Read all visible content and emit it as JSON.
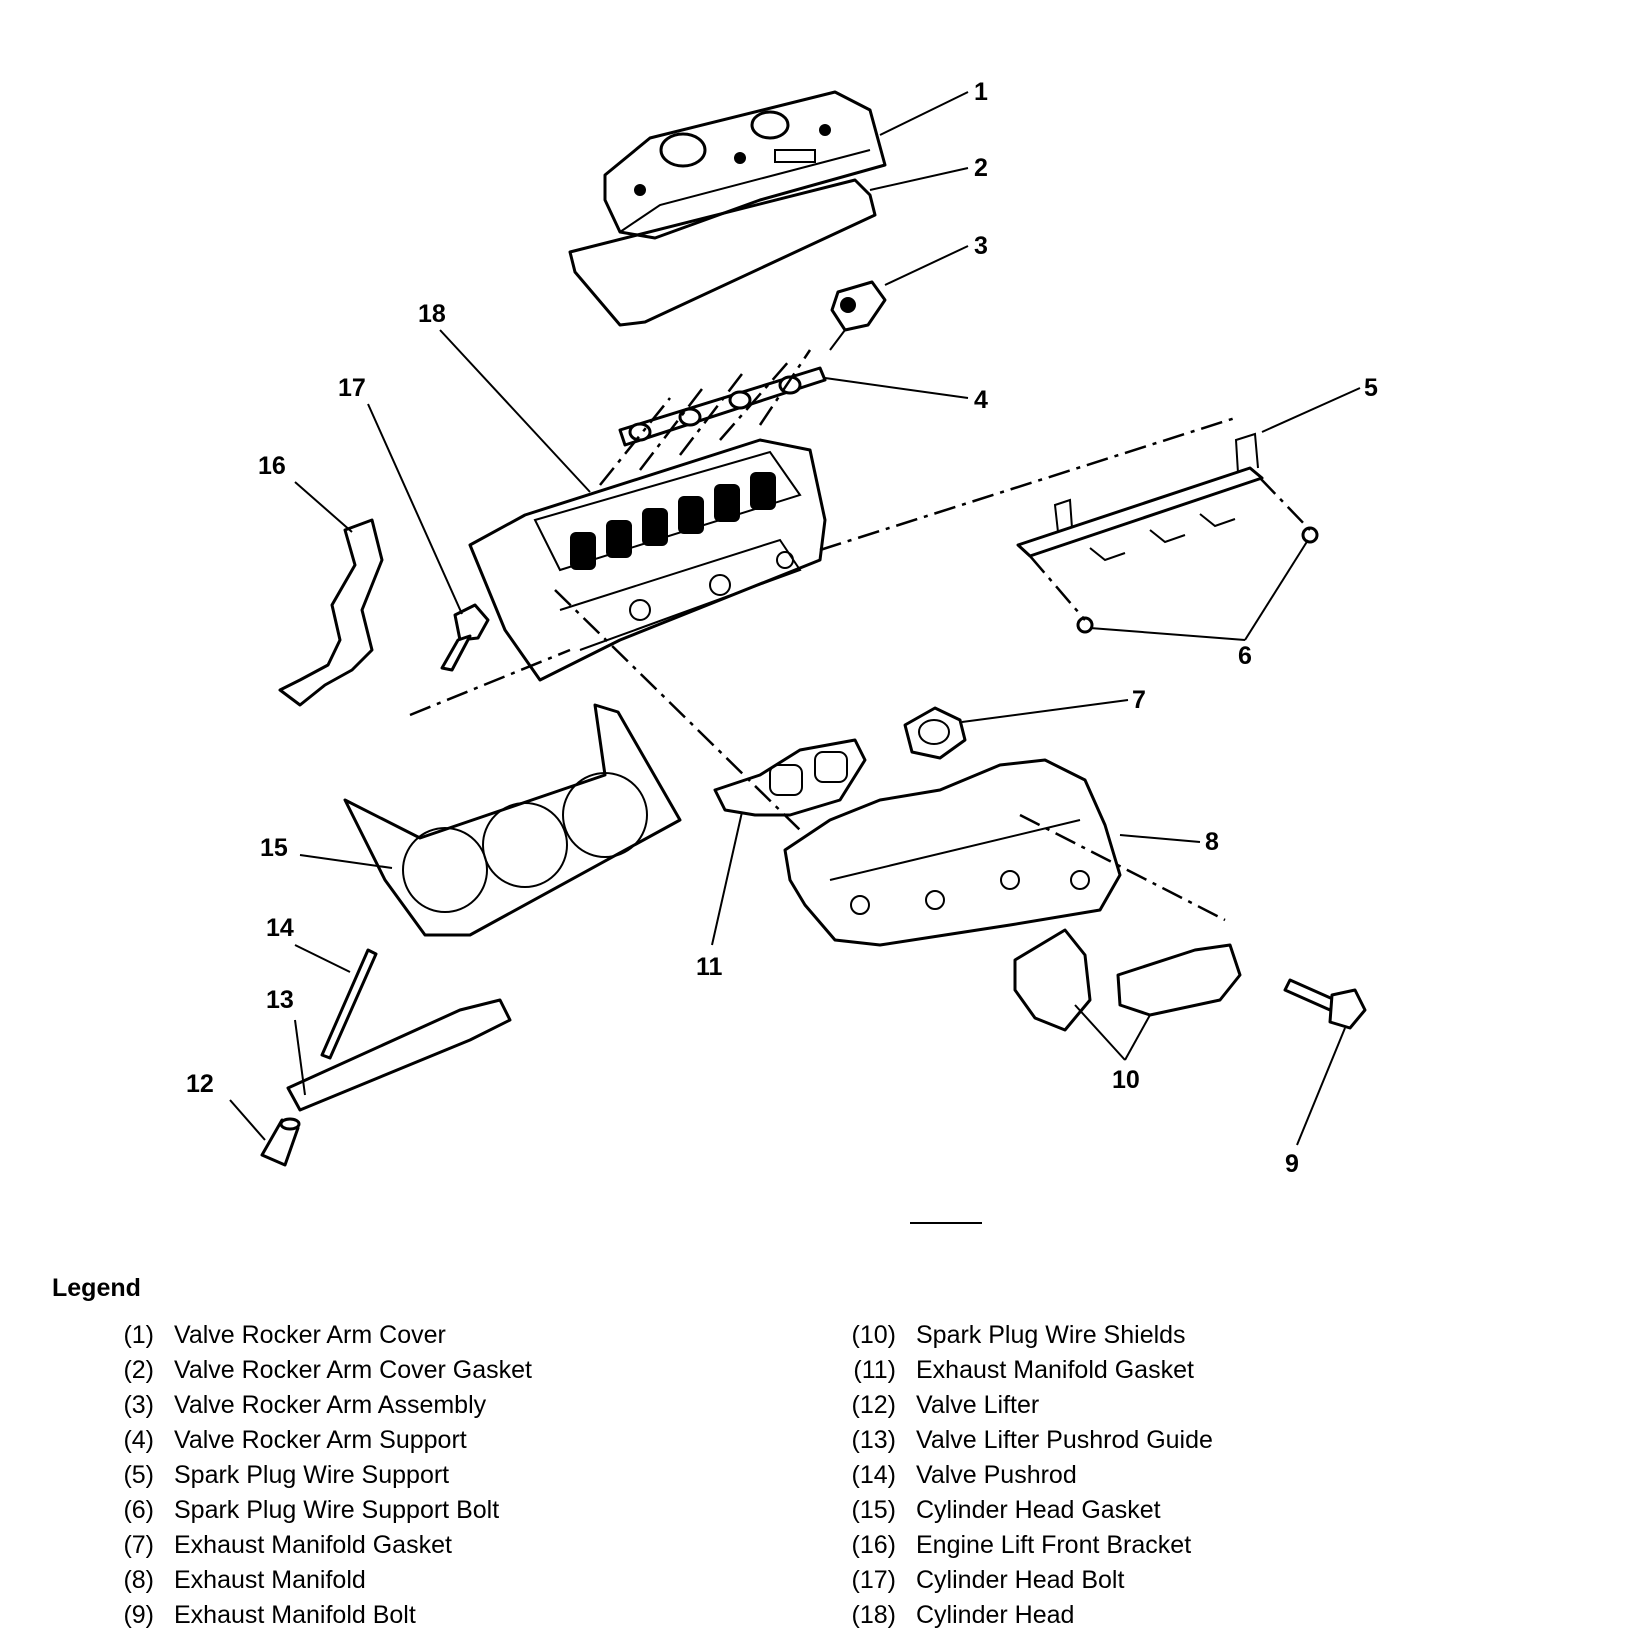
{
  "callouts": [
    "1",
    "2",
    "3",
    "4",
    "5",
    "6",
    "7",
    "8",
    "9",
    "10",
    "11",
    "12",
    "13",
    "14",
    "15",
    "16",
    "17",
    "18"
  ],
  "legend": {
    "title": "Legend",
    "left": [
      {
        "num": "(1)",
        "text": "Valve Rocker Arm Cover"
      },
      {
        "num": "(2)",
        "text": "Valve Rocker Arm Cover Gasket"
      },
      {
        "num": "(3)",
        "text": "Valve Rocker Arm Assembly"
      },
      {
        "num": "(4)",
        "text": "Valve Rocker Arm Support"
      },
      {
        "num": "(5)",
        "text": "Spark Plug Wire Support"
      },
      {
        "num": "(6)",
        "text": "Spark Plug Wire Support Bolt"
      },
      {
        "num": "(7)",
        "text": "Exhaust Manifold Gasket"
      },
      {
        "num": "(8)",
        "text": "Exhaust Manifold"
      },
      {
        "num": "(9)",
        "text": "Exhaust Manifold Bolt"
      }
    ],
    "right": [
      {
        "num": "(10)",
        "text": "Spark Plug Wire Shields"
      },
      {
        "num": "(11)",
        "text": "Exhaust Manifold Gasket"
      },
      {
        "num": "(12)",
        "text": "Valve Lifter"
      },
      {
        "num": "(13)",
        "text": "Valve Lifter Pushrod Guide"
      },
      {
        "num": "(14)",
        "text": "Valve Pushrod"
      },
      {
        "num": "(15)",
        "text": "Cylinder Head Gasket"
      },
      {
        "num": "(16)",
        "text": "Engine Lift Front Bracket"
      },
      {
        "num": "(17)",
        "text": "Cylinder Head Bolt"
      },
      {
        "num": "(18)",
        "text": "Cylinder Head"
      }
    ]
  }
}
